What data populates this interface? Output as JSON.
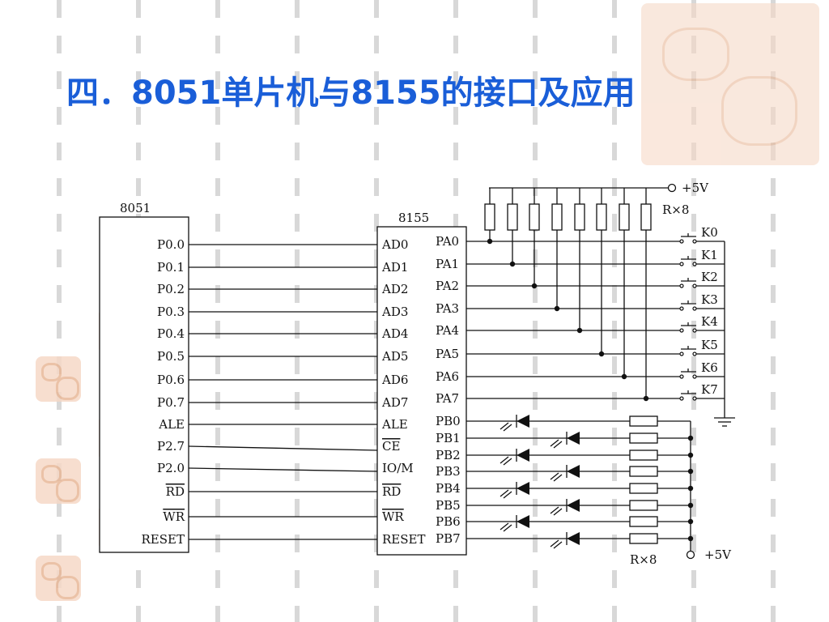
{
  "title": "四．8051单片机与8155的接口及应用",
  "chip_8051": {
    "name": "8051",
    "pins": [
      "P0.0",
      "P0.1",
      "P0.2",
      "P0.3",
      "P0.4",
      "P0.5",
      "P0.6",
      "P0.7",
      "ALE",
      "P2.7",
      "P2.0",
      "RD",
      "WR",
      "RESET"
    ]
  },
  "chip_8155": {
    "name": "8155",
    "left_pins": [
      "AD0",
      "AD1",
      "AD2",
      "AD3",
      "AD4",
      "AD5",
      "AD6",
      "AD7",
      "ALE",
      "CE",
      "IO/M",
      "RD",
      "WR",
      "RESET"
    ],
    "pa_pins": [
      "PA0",
      "PA1",
      "PA2",
      "PA3",
      "PA4",
      "PA5",
      "PA6",
      "PA7"
    ],
    "pb_pins": [
      "PB0",
      "PB1",
      "PB2",
      "PB3",
      "PB4",
      "PB5",
      "PB6",
      "PB7"
    ]
  },
  "keys": [
    "K0",
    "K1",
    "K2",
    "K3",
    "K4",
    "K5",
    "K6",
    "K7"
  ],
  "vcc_top": "+5V",
  "res_top": "R×8",
  "vcc_bottom": "+5V",
  "res_bottom": "R×8",
  "colors": {
    "title": "#1a5ed8",
    "stamp": "#f6d9c7"
  }
}
